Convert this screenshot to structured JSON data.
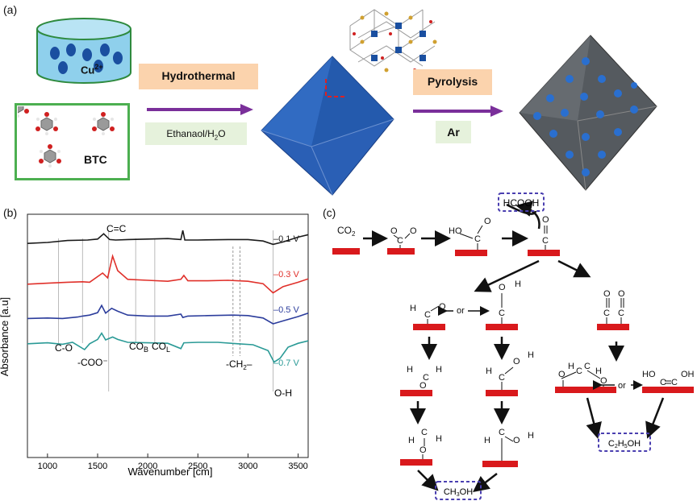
{
  "panel_a": {
    "label": "(a)",
    "cu_label": "Cu",
    "cu_charge": "2+",
    "btc_label": "BTC",
    "step1_title": "Hydrothermal",
    "step1_solvent": "Ethanaol/H",
    "step1_solvent_sub": "2",
    "step1_solvent_end": "O",
    "step2_title": "Pyrolysis",
    "step2_gas": "Ar"
  },
  "panel_b": {
    "label": "(b)",
    "chart_data": {
      "type": "line",
      "xlabel": "Wavenumber [cm]",
      "ylabel": "Absorbance [a.u]",
      "xlim": [
        800,
        3600
      ],
      "xticks": [
        1000,
        1500,
        2000,
        2500,
        3000,
        3500
      ],
      "series": [
        {
          "name": "–0.1 V",
          "color": "#1a1a1a",
          "points": [
            [
              800,
              0.3
            ],
            [
              1000,
              0.5
            ],
            [
              1200,
              0.9
            ],
            [
              1400,
              1.0
            ],
            [
              1500,
              1.2
            ],
            [
              1560,
              2.3
            ],
            [
              1620,
              1.1
            ],
            [
              1680,
              1.0
            ],
            [
              1800,
              1.1
            ],
            [
              2000,
              1.2
            ],
            [
              2200,
              1.3
            ],
            [
              2330,
              1.1
            ],
            [
              2350,
              3.0
            ],
            [
              2370,
              1.0
            ],
            [
              2500,
              1.0
            ],
            [
              2800,
              1.1
            ],
            [
              3000,
              1.1
            ],
            [
              3150,
              0.8
            ],
            [
              3250,
              0.1
            ],
            [
              3350,
              0.6
            ],
            [
              3500,
              1.6
            ],
            [
              3600,
              2.1
            ]
          ]
        },
        {
          "name": "–0.3 V",
          "color": "#e0302a",
          "points": [
            [
              800,
              0.2
            ],
            [
              1000,
              0.4
            ],
            [
              1200,
              0.6
            ],
            [
              1350,
              0.7
            ],
            [
              1420,
              0.6
            ],
            [
              1550,
              2.5
            ],
            [
              1600,
              1.5
            ],
            [
              1650,
              6.0
            ],
            [
              1700,
              3.0
            ],
            [
              1800,
              1.2
            ],
            [
              2000,
              1.0
            ],
            [
              2200,
              0.8
            ],
            [
              2330,
              1.2
            ],
            [
              2360,
              2.0
            ],
            [
              2400,
              0.9
            ],
            [
              2600,
              0.9
            ],
            [
              2800,
              1.0
            ],
            [
              3000,
              0.8
            ],
            [
              3150,
              0.3
            ],
            [
              3250,
              -1.6
            ],
            [
              3350,
              -0.3
            ],
            [
              3500,
              0.6
            ],
            [
              3600,
              1.3
            ]
          ]
        },
        {
          "name": "–0.5 V",
          "color": "#2c3d9c",
          "points": [
            [
              800,
              0.1
            ],
            [
              1000,
              0.2
            ],
            [
              1150,
              0.1
            ],
            [
              1300,
              0.4
            ],
            [
              1350,
              0.6
            ],
            [
              1420,
              0.8
            ],
            [
              1500,
              1.3
            ],
            [
              1540,
              2.8
            ],
            [
              1580,
              1.2
            ],
            [
              1640,
              2.2
            ],
            [
              1700,
              1.6
            ],
            [
              1800,
              0.8
            ],
            [
              2000,
              0.6
            ],
            [
              2200,
              0.6
            ],
            [
              2330,
              1.0
            ],
            [
              2350,
              0.3
            ],
            [
              2400,
              0.6
            ],
            [
              2600,
              0.7
            ],
            [
              2850,
              0.8
            ],
            [
              3000,
              0.7
            ],
            [
              3150,
              0.2
            ],
            [
              3250,
              -1.0
            ],
            [
              3350,
              -0.4
            ],
            [
              3500,
              0.5
            ],
            [
              3600,
              1.2
            ]
          ]
        },
        {
          "name": "–0.7 V",
          "color": "#2a9a96",
          "points": [
            [
              800,
              0.2
            ],
            [
              1000,
              0.4
            ],
            [
              1150,
              0.1
            ],
            [
              1250,
              0.5
            ],
            [
              1370,
              -1.0
            ],
            [
              1420,
              0.2
            ],
            [
              1500,
              1.1
            ],
            [
              1540,
              2.4
            ],
            [
              1580,
              1.0
            ],
            [
              1650,
              1.6
            ],
            [
              1700,
              1.1
            ],
            [
              1800,
              0.5
            ],
            [
              2000,
              0.4
            ],
            [
              2200,
              0.3
            ],
            [
              2330,
              -0.8
            ],
            [
              2360,
              0.4
            ],
            [
              2500,
              0.5
            ],
            [
              2700,
              0.5
            ],
            [
              2900,
              0.2
            ],
            [
              3050,
              0.0
            ],
            [
              3200,
              -1.2
            ],
            [
              3260,
              -3.6
            ],
            [
              3320,
              -2.8
            ],
            [
              3400,
              -0.5
            ],
            [
              3500,
              0.3
            ],
            [
              3600,
              0.8
            ]
          ]
        }
      ],
      "annotations": [
        "C=C",
        "C-O",
        "-COO⁻",
        "CO",
        "B",
        "CO",
        "L",
        "-CH",
        "2",
        "–",
        "O-H"
      ]
    }
  },
  "panel_c": {
    "label": "(c)",
    "co2": "CO",
    "co2_sub": "2",
    "hcooh": "HCOOH",
    "ch3oh": "CH",
    "ch3oh_sub": "3",
    "ch3oh_end": "OH",
    "c2h5oh": "C",
    "c2h5oh_sub1": "2",
    "c2h5oh_mid": "H",
    "c2h5oh_sub2": "5",
    "c2h5oh_end": "OH",
    "or": "or",
    "atom_O": "O",
    "atom_C": "C",
    "atom_H": "H",
    "atom_HO": "HO",
    "atom_OH": "OH"
  },
  "colors": {
    "orange_label": "#fbd3ad",
    "green_border": "#4caf50",
    "arrow_purple": "#7a2f9a",
    "octahedron_blue": "#2a5fb5",
    "octahedron_gray": "#555a5f",
    "surface_red": "#d9191c",
    "dashed_box": "#4a3fb0"
  }
}
